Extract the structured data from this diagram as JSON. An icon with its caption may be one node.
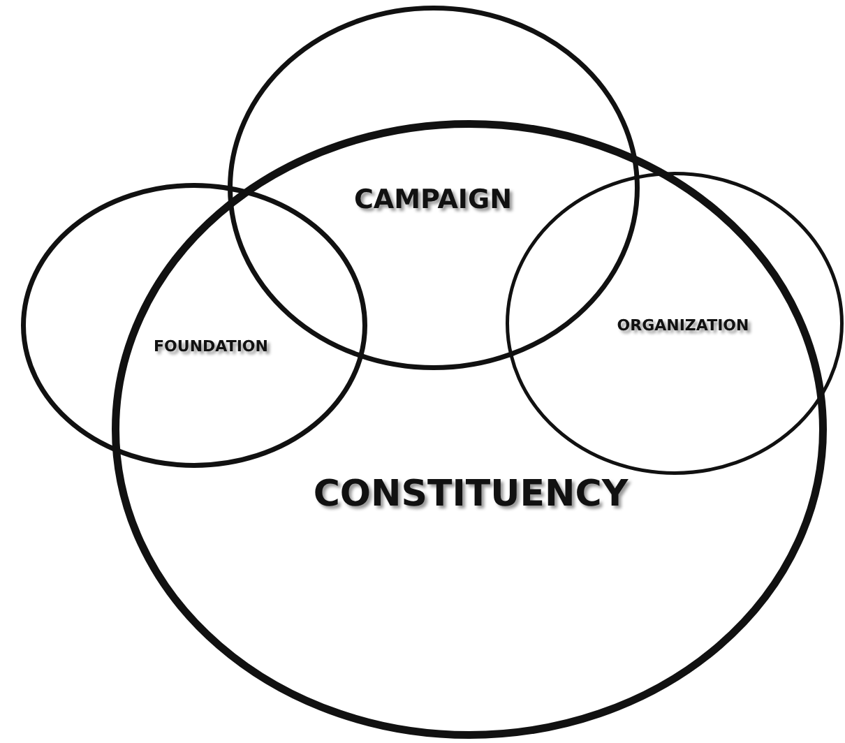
{
  "diagram": {
    "nodes": [
      {
        "text": [
          "CAMPAIGN"
        ]
      },
      {
        "text": [
          "FOUNDATION"
        ]
      },
      {
        "text": [
          "ORGANIZATION"
        ]
      },
      {
        "text": [
          "CONSTITUENCY"
        ]
      }
    ]
  }
}
